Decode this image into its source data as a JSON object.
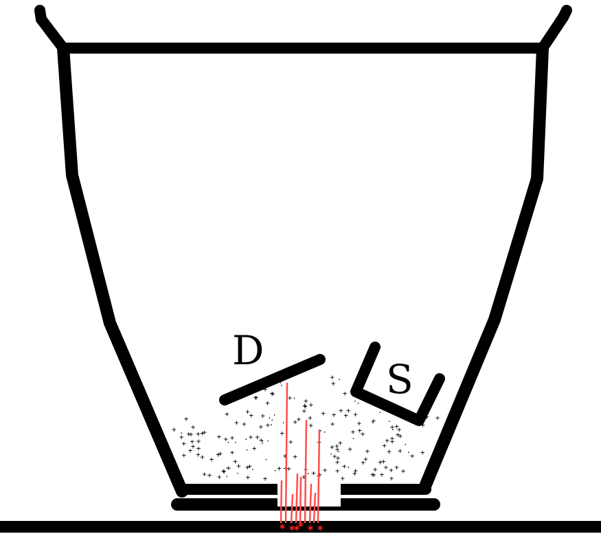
{
  "diagram": {
    "labels": {
      "d": "D",
      "s": "S"
    },
    "colors": {
      "outline": "#000000",
      "background": "#ffffff",
      "spark": "#ff4b4b"
    },
    "icons": {
      "grain": "plus-sign",
      "spark": "asterisk"
    }
  }
}
